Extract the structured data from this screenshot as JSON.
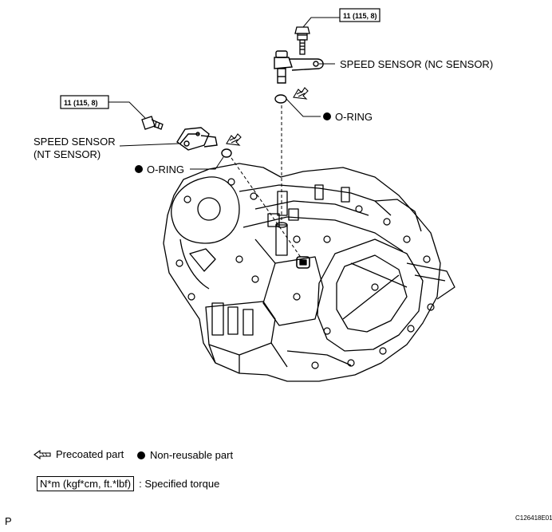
{
  "callouts": {
    "torque_top": "11 (115, 8)",
    "torque_left": "11 (115, 8)",
    "nc_sensor": "SPEED SENSOR (NC SENSOR)",
    "nt_sensor_line1": "SPEED SENSOR",
    "nt_sensor_line2": "(NT SENSOR)",
    "oring_top": "O-RING",
    "oring_left": "O-RING"
  },
  "legend": {
    "precoated": "Precoated part",
    "nonreusable": "Non-reusable part",
    "torque_unit": "N*m (kgf*cm, ft.*lbf)",
    "torque_desc": ": Specified torque"
  },
  "footer": {
    "left_mark": "P",
    "figure_code": "C126418E01"
  }
}
